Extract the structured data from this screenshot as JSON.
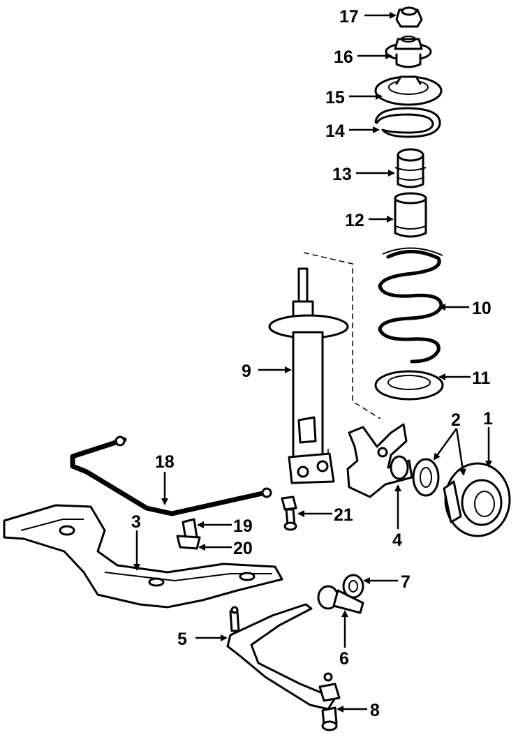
{
  "callouts": [
    {
      "id": "17",
      "label": "17"
    },
    {
      "id": "16",
      "label": "16"
    },
    {
      "id": "15",
      "label": "15"
    },
    {
      "id": "14",
      "label": "14"
    },
    {
      "id": "13",
      "label": "13"
    },
    {
      "id": "12",
      "label": "12"
    },
    {
      "id": "10",
      "label": "10"
    },
    {
      "id": "9",
      "label": "9"
    },
    {
      "id": "11",
      "label": "11"
    },
    {
      "id": "2",
      "label": "2"
    },
    {
      "id": "1",
      "label": "1"
    },
    {
      "id": "18",
      "label": "18"
    },
    {
      "id": "3",
      "label": "3"
    },
    {
      "id": "19",
      "label": "19"
    },
    {
      "id": "21",
      "label": "21"
    },
    {
      "id": "20",
      "label": "20"
    },
    {
      "id": "4",
      "label": "4"
    },
    {
      "id": "7",
      "label": "7"
    },
    {
      "id": "5",
      "label": "5"
    },
    {
      "id": "6",
      "label": "6"
    },
    {
      "id": "8",
      "label": "8"
    }
  ],
  "colors": {
    "ink": "#000000",
    "paper": "#ffffff"
  }
}
